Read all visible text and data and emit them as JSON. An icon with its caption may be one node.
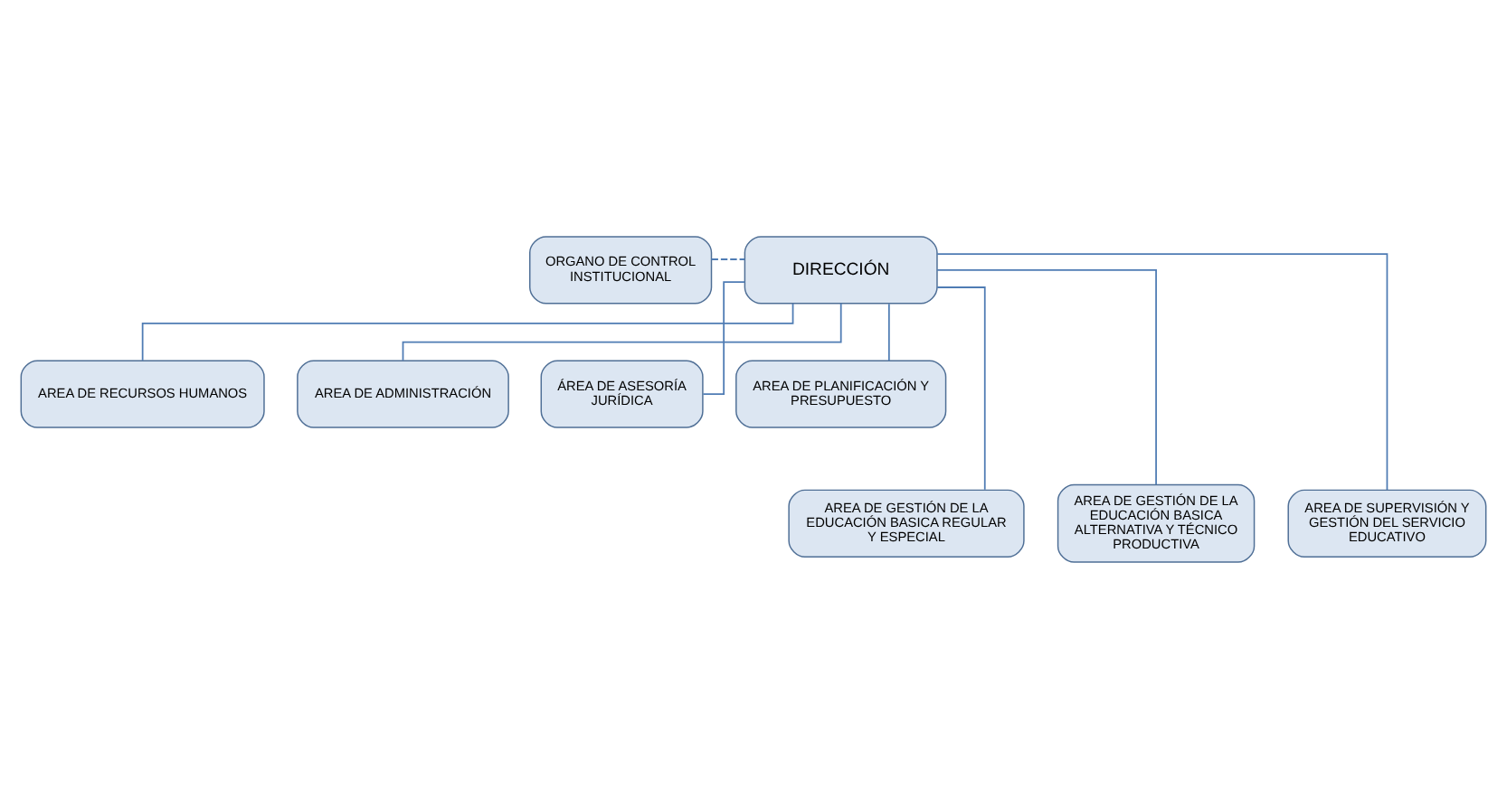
{
  "diagram": {
    "nodes": [
      {
        "text": [
          "ORGANO DE CONTROL INSTITUCIONAL"
        ]
      },
      {
        "text": [
          "DIRECCIÓN"
        ]
      },
      {
        "text": [
          "AREA DE RECURSOS HUMANOS"
        ]
      },
      {
        "text": [
          "AREA DE ADMINISTRACIÓN"
        ]
      },
      {
        "text": [
          "ÁREA DE ASESORÍA JURÍDICA"
        ]
      },
      {
        "text": [
          "AREA DE PLANIFICACIÓN Y PRESUPUESTO"
        ]
      },
      {
        "text": [
          "AREA DE GESTIÓN DE LA EDUCACIÓN BASICA REGULAR Y ESPECIAL"
        ]
      },
      {
        "text": [
          "AREA DE GESTIÓN DE LA EDUCACIÓN BASICA ALTERNATIVA Y TÉCNICO PRODUCTIVA"
        ]
      },
      {
        "text": [
          "AREA DE SUPERVISIÓN Y GESTIÓN DEL SERVICIO EDUCATIVO"
        ]
      }
    ],
    "edges": [
      {
        "from": 0,
        "to": 1,
        "arrow": "none",
        "style": "dashed"
      },
      {
        "from": 1,
        "to": 2,
        "arrow": "none"
      },
      {
        "from": 1,
        "to": 3,
        "arrow": "none"
      },
      {
        "from": 1,
        "to": 4,
        "arrow": "none"
      },
      {
        "from": 1,
        "to": 5,
        "arrow": "none"
      },
      {
        "from": 1,
        "to": 6,
        "arrow": "none"
      },
      {
        "from": 1,
        "to": 7,
        "arrow": "none"
      },
      {
        "from": 1,
        "to": 8,
        "arrow": "none"
      }
    ]
  }
}
